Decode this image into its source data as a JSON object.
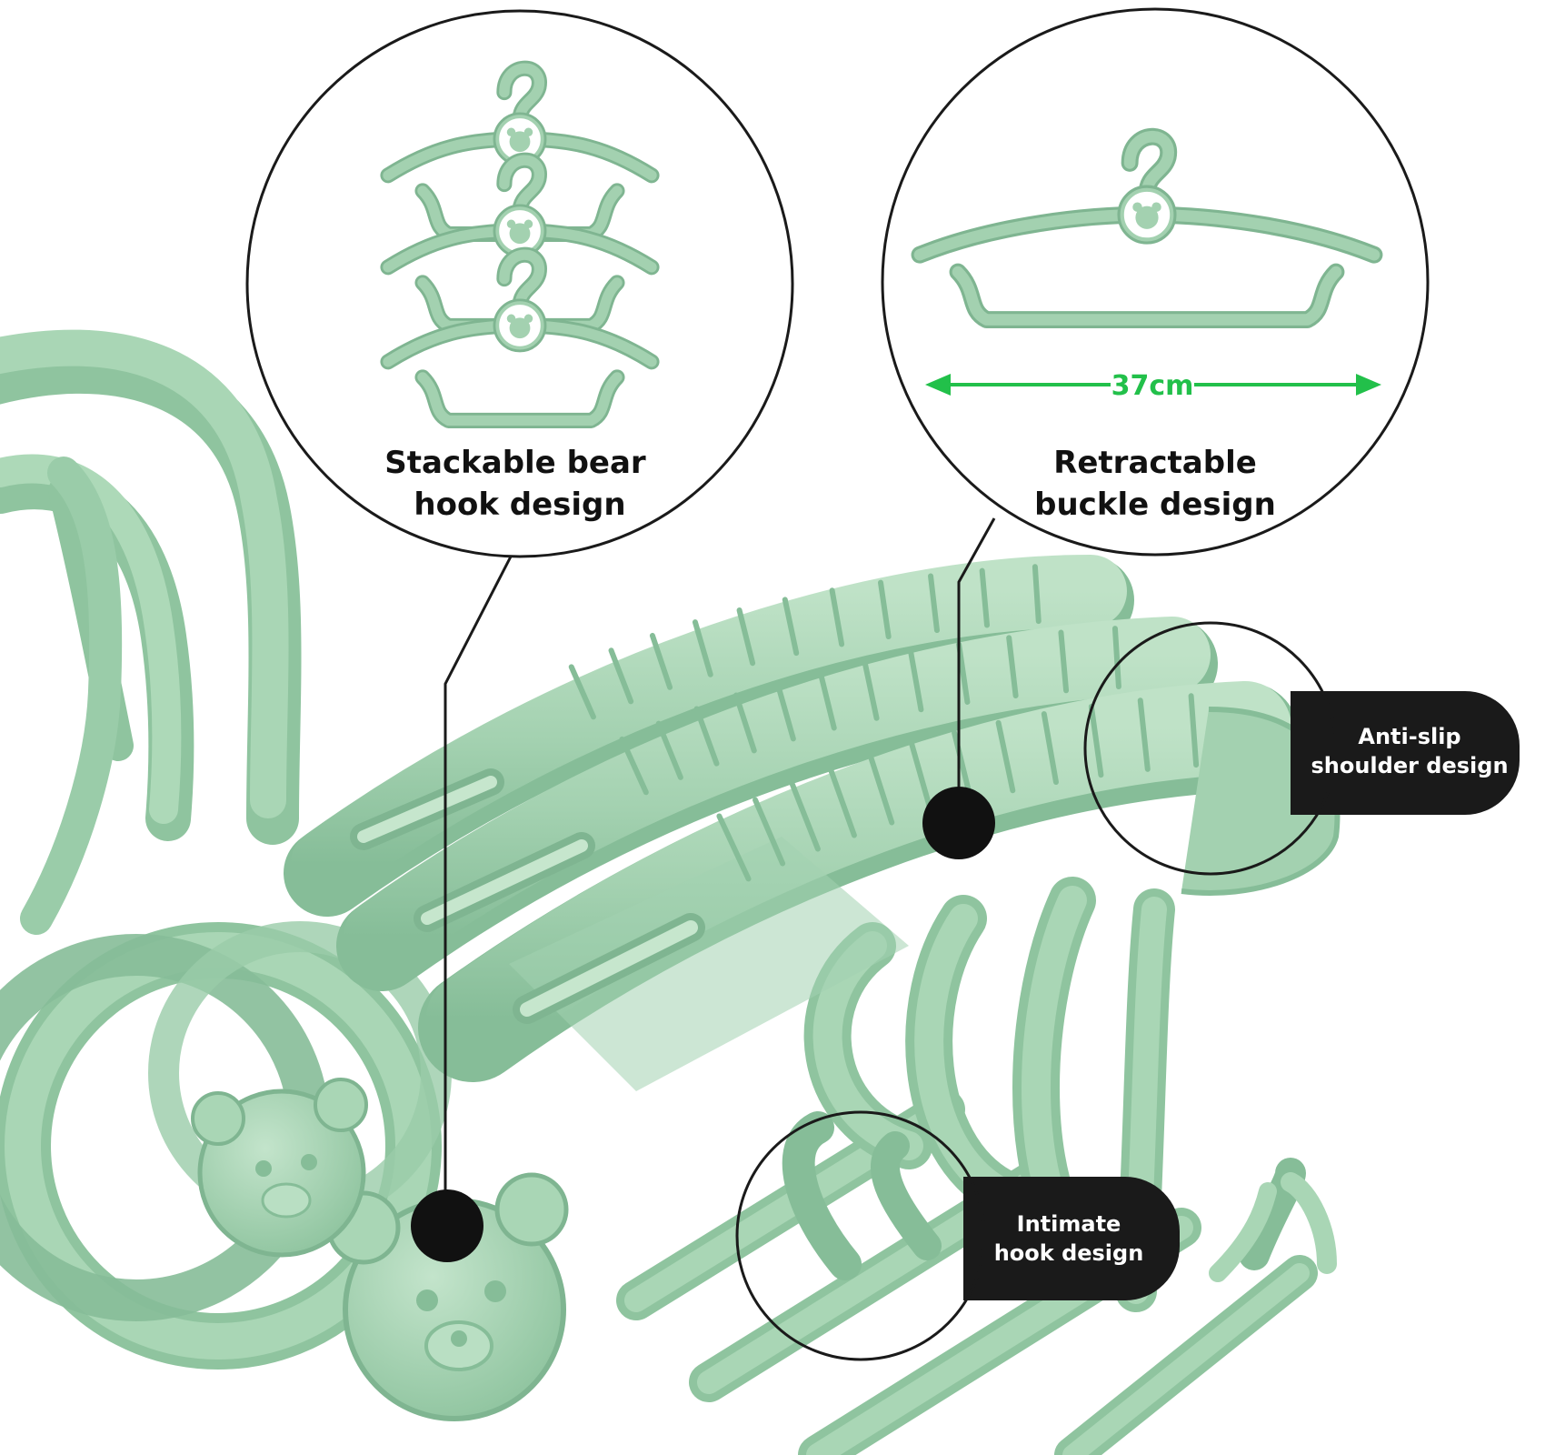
{
  "colors": {
    "hanger": "#a3d1b0",
    "hanger_light": "#bfe2c7",
    "hanger_shadow": "#7fb591",
    "hanger_dark": "#6da782",
    "callout_black": "#1a1a1a",
    "measure_green": "#22c04a",
    "background": "#ffffff"
  },
  "callouts": {
    "stackable": {
      "line1": "Stackable bear",
      "line2": "hook design",
      "icon": "stacked-bear-hangers-icon"
    },
    "retractable": {
      "line1": "Retractable",
      "line2": "buckle design",
      "measurement": "37cm",
      "icon": "single-bear-hanger-icon"
    },
    "anti_slip": {
      "line1": "Anti-slip",
      "line2": "shoulder design"
    },
    "intimate": {
      "line1": "Intimate",
      "line2": "hook design"
    }
  }
}
